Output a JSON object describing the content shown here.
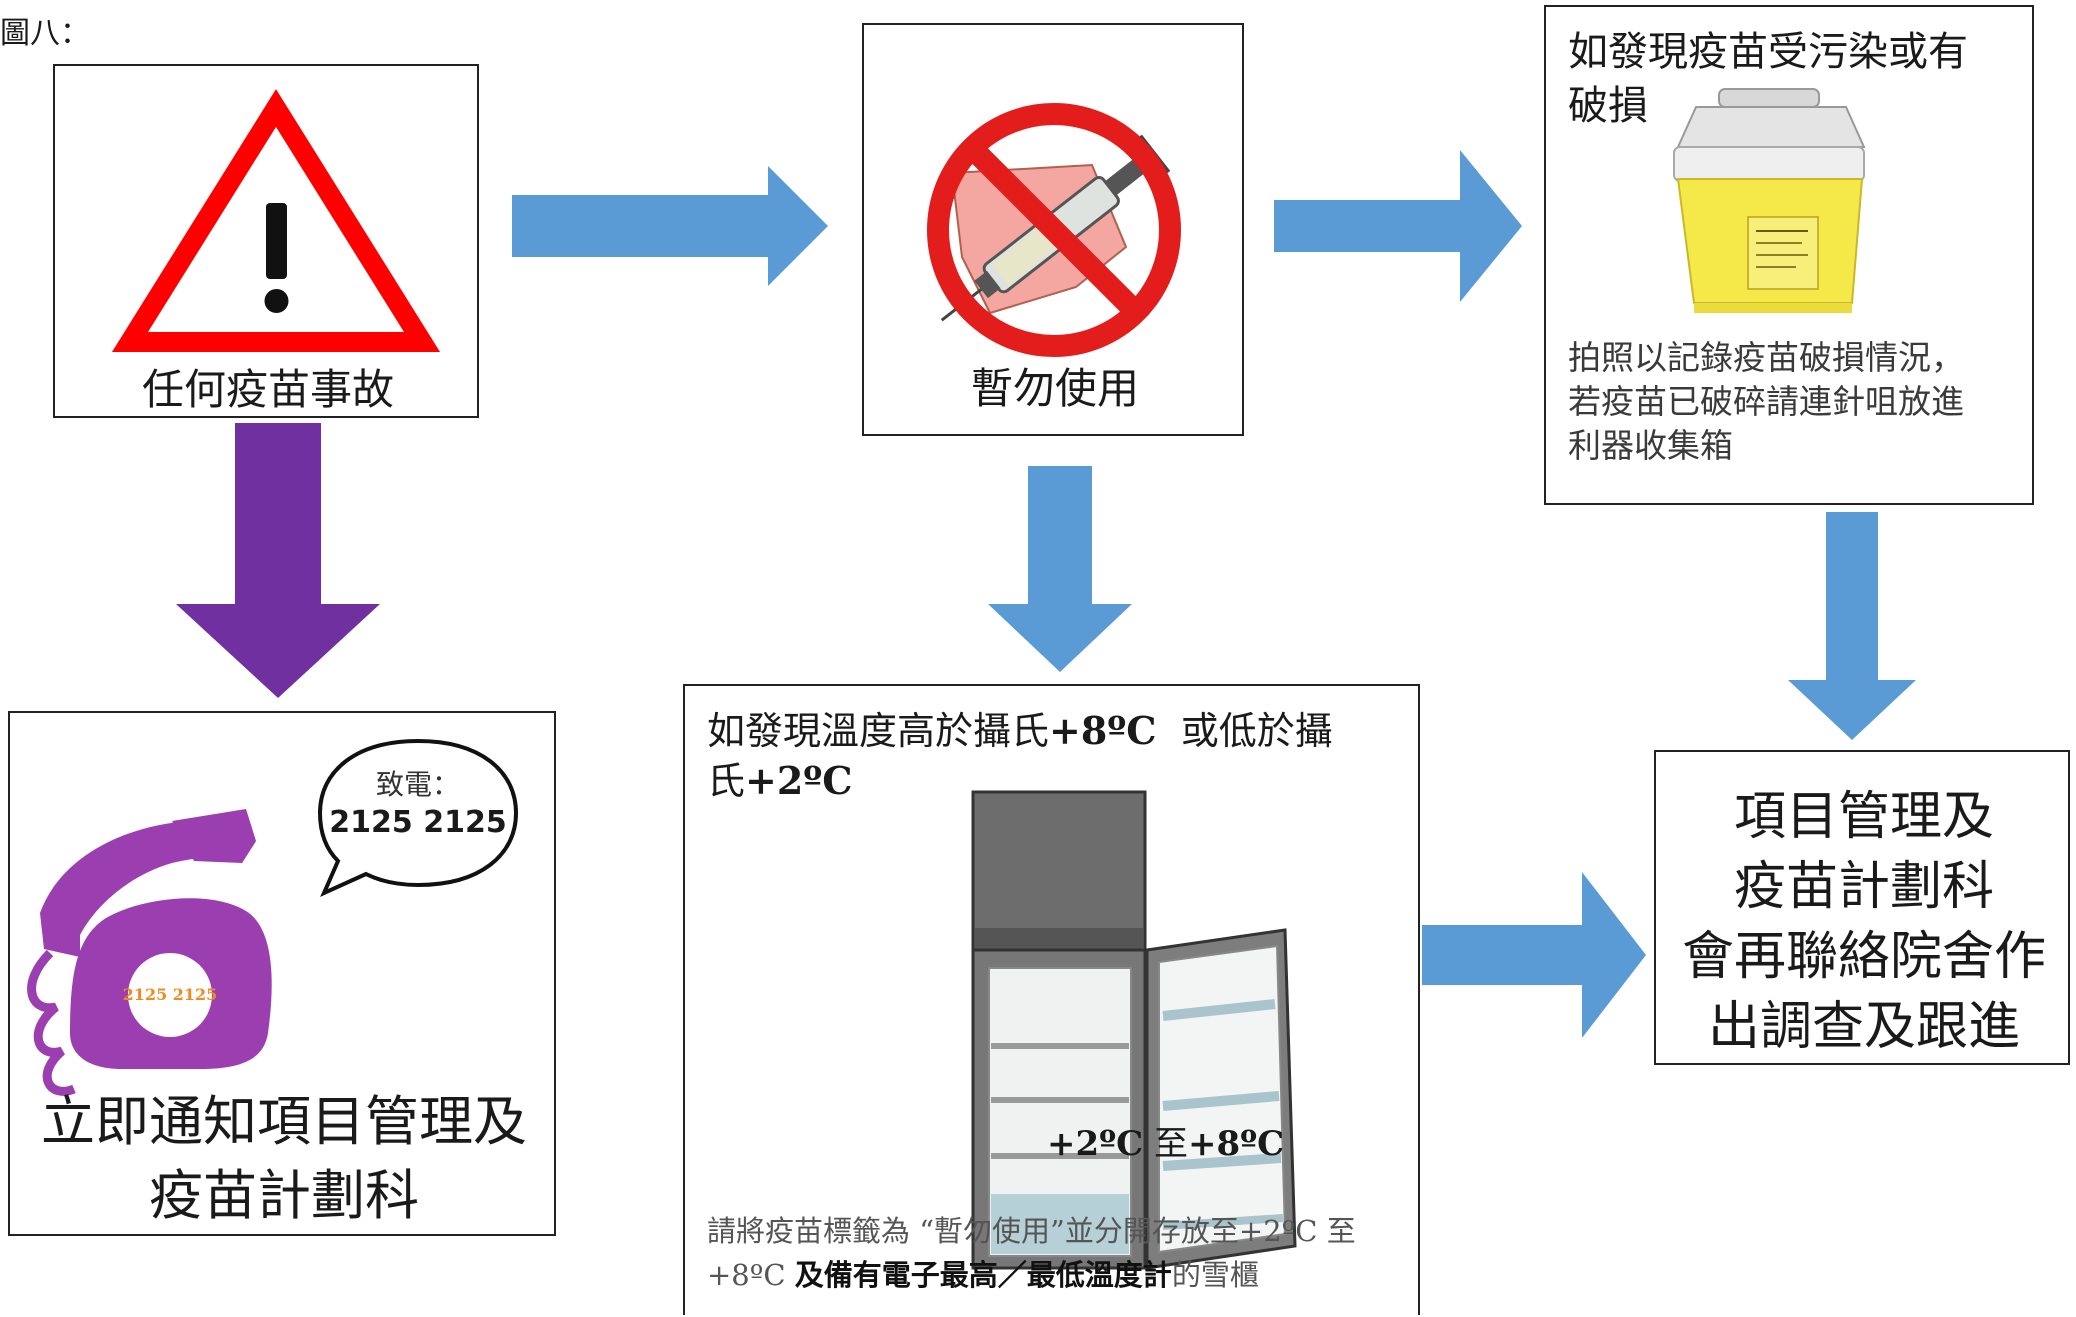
{
  "figure_label": "圖八：",
  "incident": {
    "label": "任何疫苗事故",
    "icon": "warning-triangle-icon"
  },
  "do_not_use": {
    "label": "暫勿使用",
    "icon": "no-syringe-icon"
  },
  "damaged": {
    "title": [
      "如發現疫苗受污染或有",
      "破損"
    ],
    "icon": "sharps-container-icon",
    "instructions": [
      "拍照以記錄疫苗破損情況，",
      "若疫苗已破碎請連針咀放進",
      "利器收集箱"
    ]
  },
  "notify": {
    "call_prefix": "致電：",
    "phone": "2125 2125",
    "dial_number": "2125 2125",
    "icon": "telephone-icon",
    "label": [
      "立即通知項目管理及",
      "疫苗計劃科"
    ]
  },
  "temperature": {
    "title_line1_a": "如發現溫度高於攝氏",
    "title_line1_b": "+8ºC",
    "title_line1_c": "  或低於攝",
    "title_line2_a": "氏",
    "title_line2_b": "+2ºC",
    "icon": "refrigerator-icon",
    "fridge_range_a": "+2ºC",
    "fridge_range_b": " 至",
    "fridge_range_c": "+8ºC",
    "note_p1": "請將疫苗標籤為 ",
    "note_p2": "“暫勿使用”",
    "note_p3": "並分開存放至",
    "note_p4": "+2ºC ",
    "note_p5": "至",
    "note_p6": "+8ºC ",
    "note_p7": "及備有電子最高／最低溫度計",
    "note_p8": "的雪櫃"
  },
  "follow_up": {
    "label": [
      "項目管理及",
      "疫苗計劃科",
      "會再聯絡院舍作",
      "出調查及跟進"
    ]
  },
  "colors": {
    "arrow_blue": "#5b9bd5",
    "arrow_purple": "#7030a0",
    "warning_red": "#ff0000",
    "phone_purple": "#9b3fb0",
    "dial_orange": "#f08a1c",
    "sharps_yellow": "#f5e94a"
  }
}
